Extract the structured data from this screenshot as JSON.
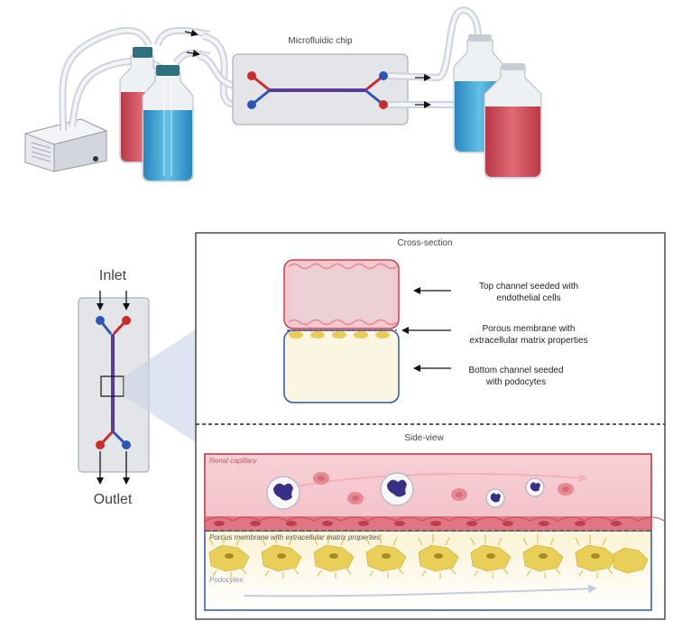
{
  "top": {
    "chip_title": "Microfluidic chip"
  },
  "chip_diagram": {
    "inlet": "Inlet",
    "outlet": "Outlet"
  },
  "cross_section": {
    "title": "Cross-section",
    "annotations": [
      [
        "Top channel seeded with",
        "endothelial cells"
      ],
      [
        "Porous membrane with",
        "extracellular matrix properties"
      ],
      [
        "Bottom channel seeded",
        "with podocytes"
      ]
    ]
  },
  "side_view": {
    "title": "Side-view",
    "renal_label": "Renal capillary",
    "membrane_label": "Porous membrane with extracellular matrix properties",
    "podocyte_label": "Podocytes"
  },
  "colors": {
    "red_medium": "#d24a57",
    "blue_medium": "#3aa0d0",
    "channel_purple": "#5a3a9a",
    "port_red": "#cf2a2a",
    "port_blue": "#2d55b8"
  }
}
